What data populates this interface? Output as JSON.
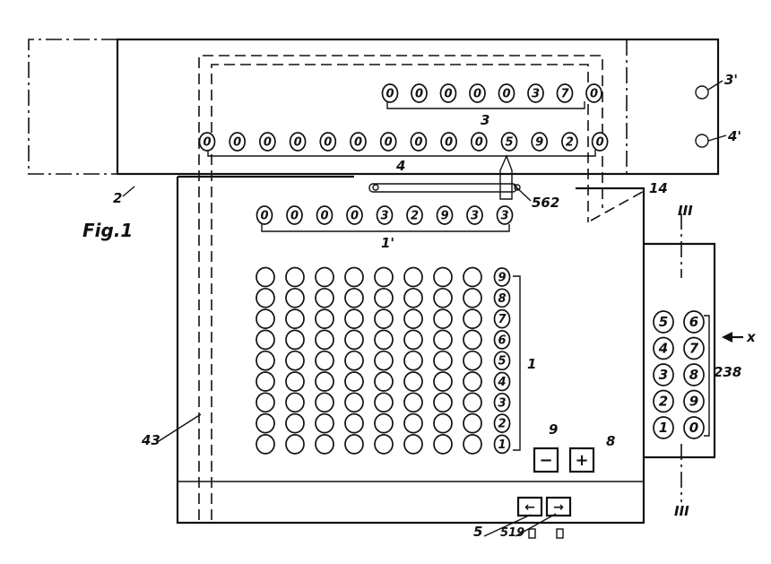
{
  "figure": {
    "caption": "Fig.1",
    "refs": {
      "r2": "2",
      "r3": "3",
      "r3p": "3'",
      "r4": "4",
      "r4p": "4'",
      "r562": "562",
      "r14": "14",
      "r1p": "1'",
      "r1": "1",
      "rIIItop": "III",
      "rIIIbot": "III",
      "rx": "x",
      "r238": "238",
      "r9": "9",
      "r8": "8",
      "r43": "43",
      "r5": "5",
      "r519": "519"
    }
  },
  "registers": {
    "result_3": [
      "0",
      "0",
      "0",
      "0",
      "0",
      "3",
      "7",
      "0"
    ],
    "product_4": [
      "0",
      "0",
      "0",
      "0",
      "0",
      "0",
      "0",
      "0",
      "0",
      "0",
      "5",
      "9",
      "2",
      "0"
    ],
    "setting_1p": [
      "0",
      "0",
      "0",
      "0",
      "3",
      "2",
      "9",
      "3",
      "3"
    ]
  },
  "keyboard": {
    "columns": 8,
    "rows": 9,
    "row_labels": [
      "9",
      "8",
      "7",
      "6",
      "5",
      "4",
      "3",
      "2",
      "1"
    ]
  },
  "multiplier_keys": {
    "left": [
      "5",
      "4",
      "3",
      "2",
      "1"
    ],
    "right": [
      "6",
      "7",
      "8",
      "9",
      "0"
    ]
  },
  "operation_keys": {
    "minus": "−",
    "plus": "+"
  },
  "shift_keys": {
    "left": "←",
    "right": "→"
  }
}
